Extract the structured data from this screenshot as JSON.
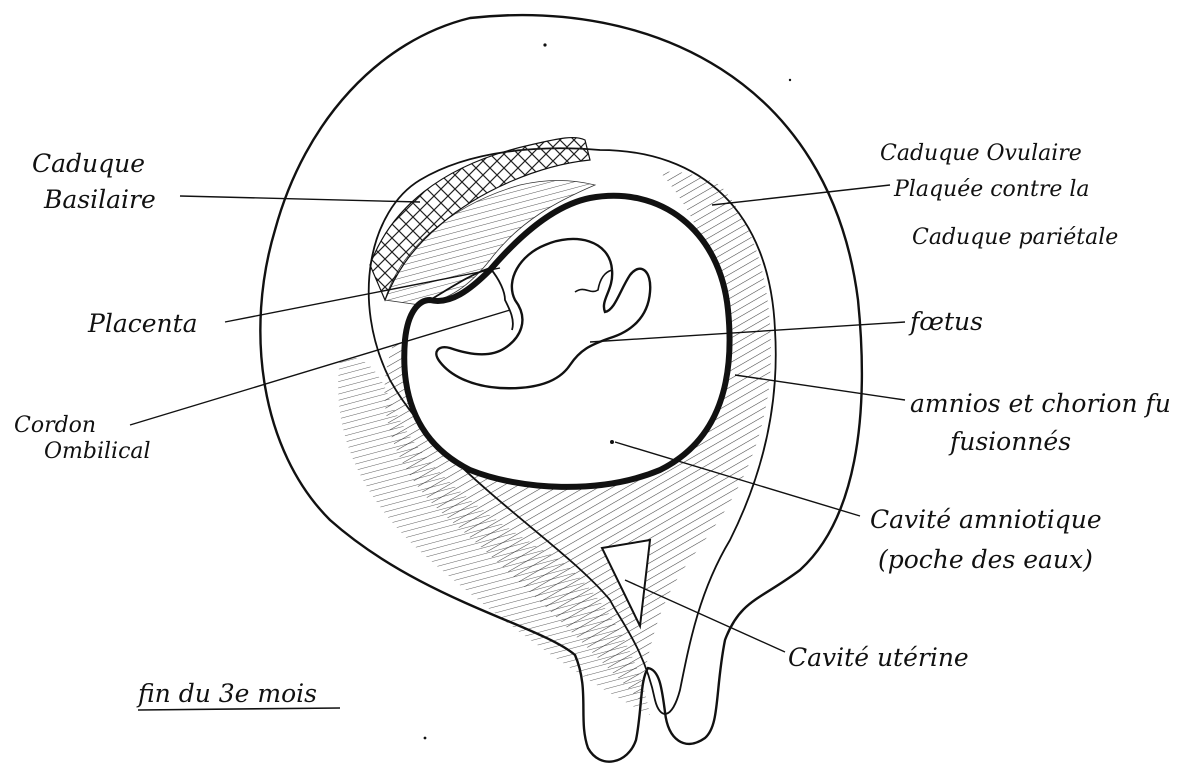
{
  "diagram": {
    "labels": {
      "caduque_basilaire": [
        "Caduque",
        "Basilaire"
      ],
      "caduque_ovulaire": [
        "Caduque Ovulaire",
        "Plaquée contre la",
        "Caduque pariétale"
      ],
      "placenta": "Placenta",
      "cordon": [
        "Cordon",
        "Ombilical"
      ],
      "foetus": "fœtus",
      "amnios": [
        "amnios et chorion fu",
        "fusionnés"
      ],
      "cavite_amniotique": [
        "Cavité amniotique",
        "(poche des eaux)"
      ],
      "cavite_uterine": "Cavité utérine"
    },
    "caption": "fin du 3e mois"
  },
  "colors": {
    "ink": "#111111",
    "background": "#ffffff"
  }
}
